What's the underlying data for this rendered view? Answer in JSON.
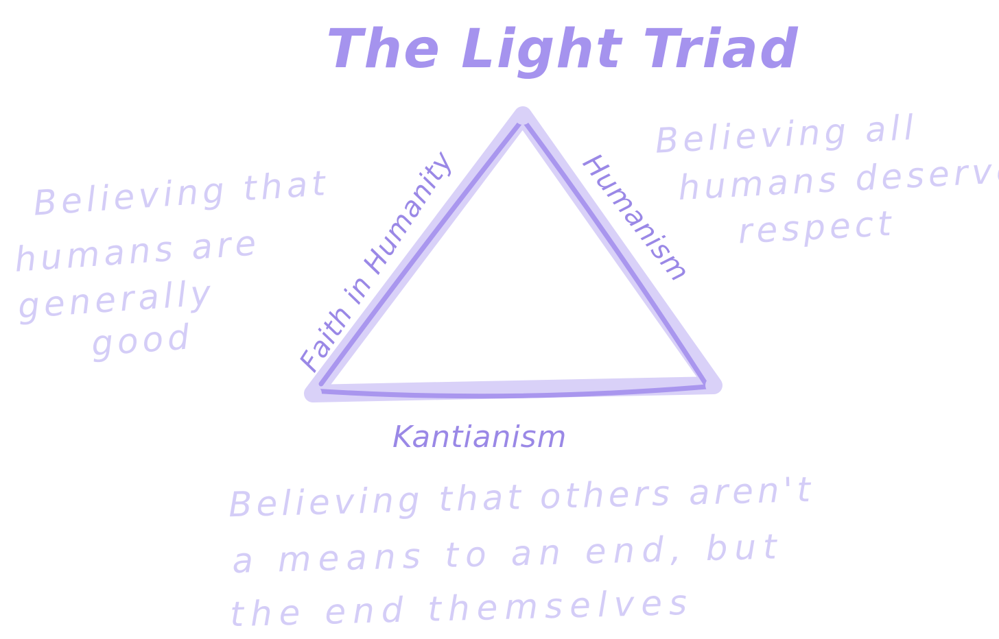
{
  "title": "The Light Triad",
  "triangle": {
    "left_side": "Faith in Humanity",
    "right_side": "Humanism",
    "bottom_side": "Kantianism"
  },
  "descriptions": {
    "faith_in_humanity": [
      "Believing that",
      "humans are",
      "generally",
      "good"
    ],
    "humanism": [
      "Believing all",
      "humans deserve",
      "respect"
    ],
    "kantianism": [
      "Believing that others aren't",
      "a means to an end, but",
      "the end themselves"
    ]
  },
  "colors": {
    "title": "#a593ee",
    "triangle_stroke": "#a996ee",
    "triangle_glow": "#d9d1f8",
    "side_label": "#9a88e6",
    "description": "#d4cdf7"
  }
}
